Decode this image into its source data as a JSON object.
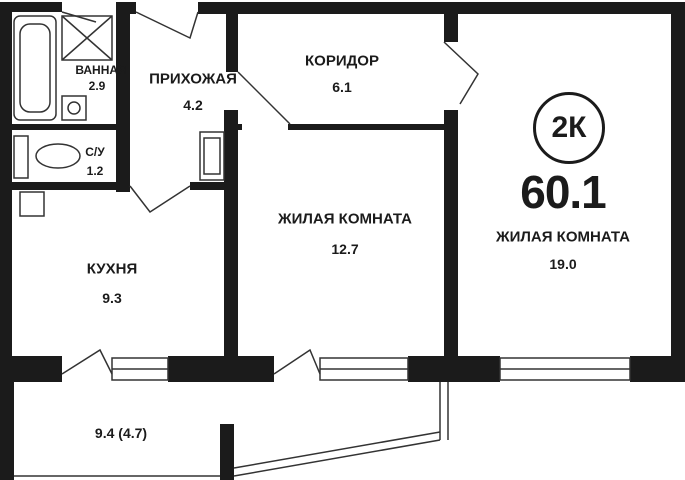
{
  "plan": {
    "rooms_label": "2К",
    "total_area": "60.1",
    "rooms": {
      "bathroom": {
        "name": "ВАННАЯ",
        "area": "2.9"
      },
      "hallway": {
        "name": "ПРИХОЖАЯ",
        "area": "4.2"
      },
      "corridor": {
        "name": "КОРИДОР",
        "area": "6.1"
      },
      "toilet": {
        "name": "С/У",
        "area": "1.2"
      },
      "kitchen": {
        "name": "КУХНЯ",
        "area": "9.3"
      },
      "living_room_1": {
        "name": "ЖИЛАЯ КОМНАТА",
        "area": "12.7"
      },
      "living_room_2": {
        "name": "ЖИЛАЯ КОМНАТА",
        "area": "19.0"
      },
      "loggia": {
        "area": "9.4 (4.7)"
      }
    },
    "colors": {
      "wall": "#1b1b1b",
      "line": "#333333",
      "background": "#ffffff"
    }
  }
}
